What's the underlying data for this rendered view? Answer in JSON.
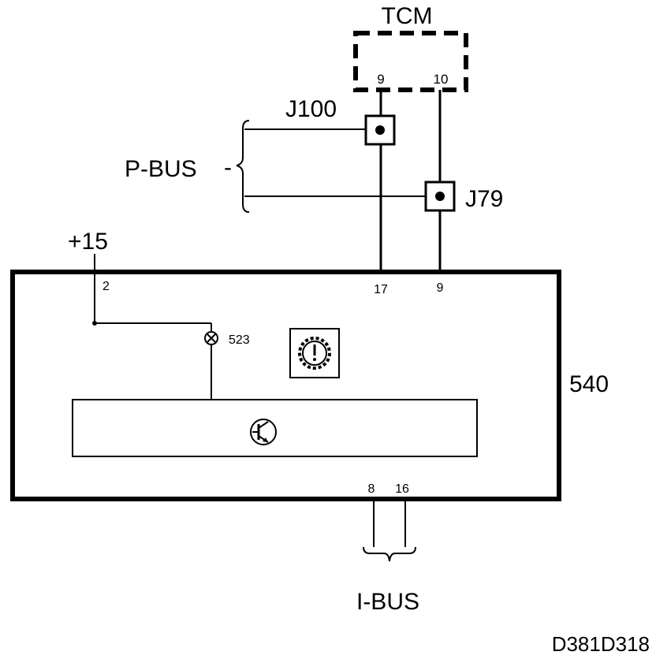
{
  "tcm": {
    "label": "TCM",
    "pin_a": "9",
    "pin_b": "10"
  },
  "connectors": {
    "j100": "J100",
    "j79": "J79"
  },
  "pbus": {
    "label": "P-BUS",
    "dash": "-"
  },
  "power": {
    "label": "+15",
    "pin": "2"
  },
  "module": {
    "id": "540",
    "pin_left": "17",
    "pin_right": "9",
    "lamp_id": "523",
    "pin_bottom_left": "8",
    "pin_bottom_right": "16"
  },
  "ibus": {
    "label": "I-BUS"
  },
  "figure_code": "D381D318"
}
